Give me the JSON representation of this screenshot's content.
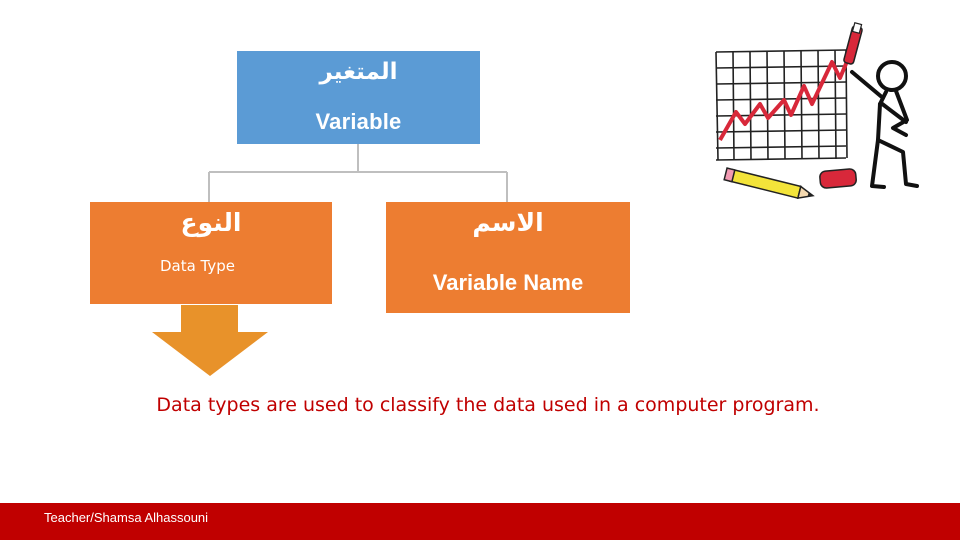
{
  "diagram": {
    "root": {
      "label_ar": "المتغير",
      "label_en": "Variable",
      "color": "#5b9bd5"
    },
    "children": [
      {
        "label_ar": "النوع",
        "label_en": "Data Type",
        "color": "#ed7d31"
      },
      {
        "label_ar": "الاسم",
        "label_en": "Variable Name",
        "color": "#ed7d31"
      }
    ],
    "arrow_color": "#e8922a",
    "connector_color": "#bfbfbf"
  },
  "definition": "Data types are used to classify the data used in a computer program.",
  "footer": {
    "credit": "Teacher/Shamsa Alhassouni",
    "color": "#c00000"
  },
  "illustration": {
    "icon": "stick-figure-drawing-chart-icon"
  }
}
